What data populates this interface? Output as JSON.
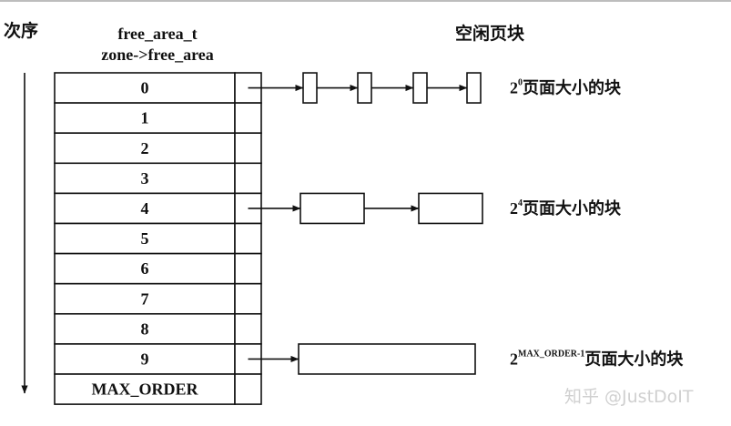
{
  "order_label": "次序",
  "table": {
    "header_line1": "free_area_t",
    "header_line2": "zone->free_area",
    "rows": [
      "0",
      "1",
      "2",
      "3",
      "4",
      "5",
      "6",
      "7",
      "8",
      "9",
      "MAX_ORDER"
    ]
  },
  "free_blocks_label": "空闲页块",
  "groups": [
    {
      "row": 0,
      "blocks": 4,
      "label_base": "2",
      "label_exp": "0",
      "label_text": "页面大小的块"
    },
    {
      "row": 4,
      "blocks": 2,
      "label_base": "2",
      "label_exp": "4",
      "label_text": "页面大小的块"
    },
    {
      "row": 9,
      "blocks": 1,
      "label_base": "2",
      "label_exp": "MAX_ORDER-1",
      "label_text": "页面大小的块"
    }
  ],
  "watermark": "知乎 @JustDoIT"
}
